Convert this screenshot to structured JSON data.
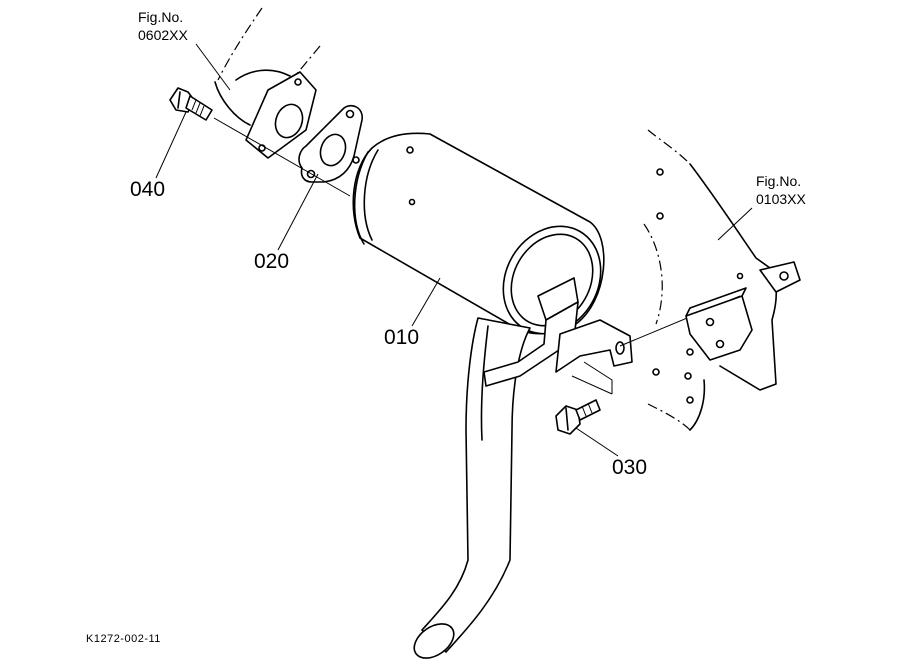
{
  "callouts": {
    "part_010": "010",
    "part_020": "020",
    "part_030": "030",
    "part_040": "040"
  },
  "references": {
    "top_left": {
      "line1": "Fig.No.",
      "line2": "0602XX"
    },
    "right": {
      "line1": "Fig.No.",
      "line2": "0103XX"
    }
  },
  "drawing_code": "K1272-002-11"
}
